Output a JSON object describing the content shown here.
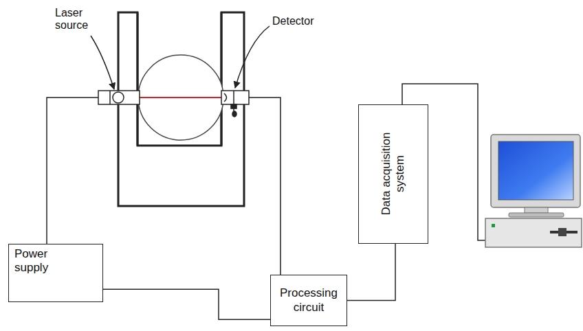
{
  "diagram": {
    "nodes": [
      {
        "text": [
          "Data acquisition system"
        ]
      },
      {
        "text": [
          "Power supply"
        ]
      },
      {
        "text": [
          "Processing circuit"
        ]
      }
    ],
    "edges": [
      {
        "from": 1,
        "to": 2,
        "arrow": "none"
      },
      {
        "from": 2,
        "to": 0,
        "arrow": "none"
      }
    ],
    "labels": [
      "Laser source",
      "Detector"
    ]
  }
}
